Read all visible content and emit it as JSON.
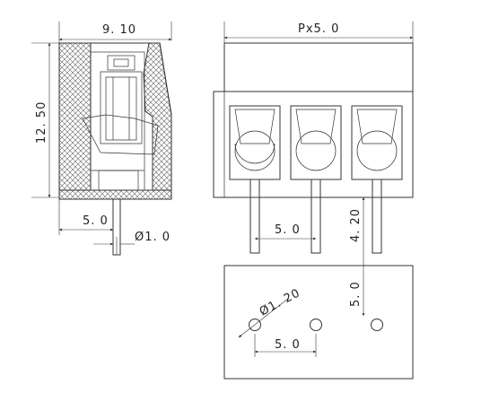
{
  "side_view": {
    "width_label": "9. 10",
    "height_label": "12. 50",
    "pin_spacing_label": "5. 0",
    "pin_diameter_label": "Ø1. 0"
  },
  "front_view": {
    "pitch_label": "Px5. 0",
    "pin_spacing_label": "5. 0",
    "pin_length_label": "4. 20"
  },
  "footprint_view": {
    "hole_diameter_label": "Ø1. 20",
    "hole_spacing_label": "5. 0",
    "row_offset_label": "5. 0"
  }
}
